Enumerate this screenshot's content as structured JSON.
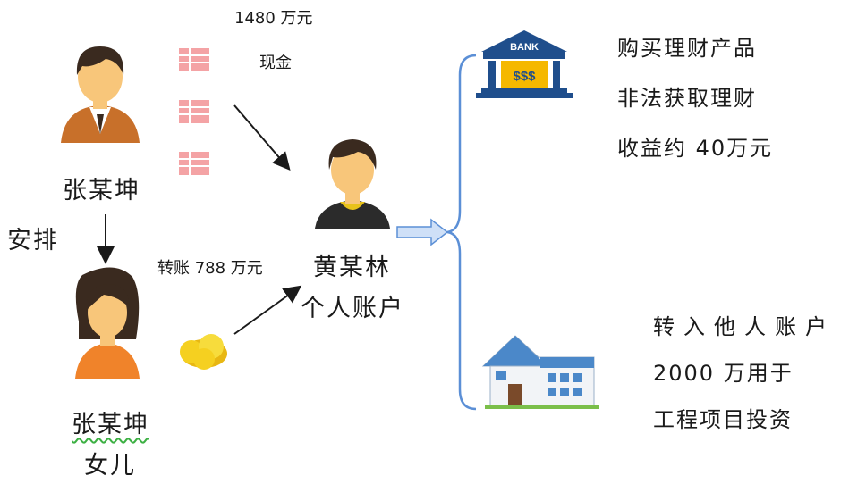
{
  "nodes": {
    "father_name": "张某坤",
    "daughter_name": "张某坤",
    "daughter_role": "女儿",
    "recipient_name": "黄某林",
    "recipient_account": "个人账户"
  },
  "edges": {
    "cash_amount": "1480 万元",
    "cash_label": "现金",
    "arrange_label": "安排",
    "transfer_label": "转账 788 万元"
  },
  "outcomes": {
    "bank_sign": "BANK",
    "bank_money": "$$$",
    "bank_line1": "购买理财产品",
    "bank_line2": "非法获取理财",
    "bank_line3": "收益约 40万元",
    "house_line1": "转入他人账户",
    "house_line2": "2000 万用于",
    "house_line3": "工程项目投资"
  },
  "colors": {
    "skin": "#f8c67a",
    "hair": "#3a2a1f",
    "father_suit": "#c8702a",
    "daughter_shirt": "#f0832a",
    "recipient_shirt": "#2b2b2b",
    "recipient_collar": "#e8c21a",
    "cash_pink": "#f4a3a5",
    "coin_gold": "#f5d020",
    "bracket_blue": "#5b8fd6",
    "arrow_fill": "#cfe0f7",
    "bank_blue": "#1f4e8c",
    "house_blue": "#4b88c9",
    "house_roof": "#e9eef5"
  }
}
